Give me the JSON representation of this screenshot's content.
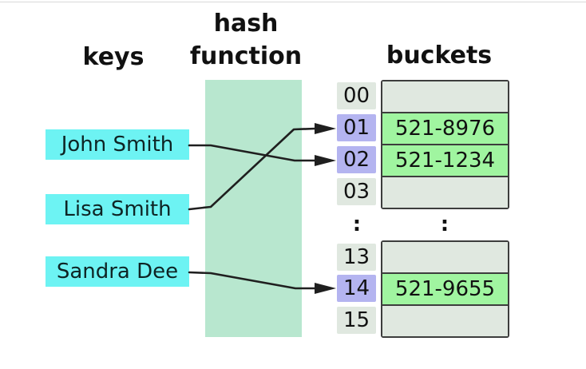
{
  "diagram": {
    "headers": {
      "keys": "keys",
      "hash_line1": "hash",
      "hash_line2": "function",
      "buckets": "buckets"
    },
    "keys": [
      {
        "label": "John Smith",
        "maps_to_index": "02"
      },
      {
        "label": "Lisa Smith",
        "maps_to_index": "01"
      },
      {
        "label": "Sandra Dee",
        "maps_to_index": "14"
      }
    ],
    "rows": {
      "top": [
        {
          "index": "00",
          "value": "",
          "index_highlighted": false
        },
        {
          "index": "01",
          "value": "521-8976",
          "index_highlighted": true
        },
        {
          "index": "02",
          "value": "521-1234",
          "index_highlighted": true
        },
        {
          "index": "03",
          "value": "",
          "index_highlighted": false
        }
      ],
      "ellipsis": ":",
      "bottom": [
        {
          "index": "13",
          "value": "",
          "index_highlighted": false
        },
        {
          "index": "14",
          "value": "521-9655",
          "index_highlighted": true
        },
        {
          "index": "15",
          "value": "",
          "index_highlighted": false
        }
      ]
    },
    "colors": {
      "key_box": "#6df3f3",
      "hash_function_box": "#b8e7cf",
      "index_highlight": "#b4b4f0",
      "index_normal": "#e0e8e0",
      "bucket_filled": "#a0f5a0",
      "bucket_empty": "#e0e8e0",
      "table_border": "#3d3d3d",
      "arrow": "#1f1f1f"
    }
  }
}
